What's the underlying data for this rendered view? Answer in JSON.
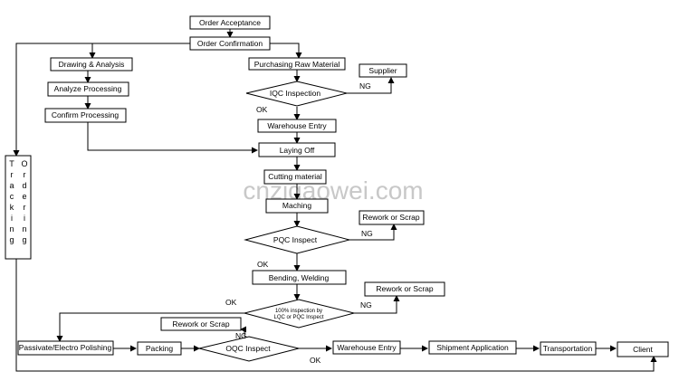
{
  "watermark": "cnzjgaowei.com",
  "nodes": {
    "order_acceptance": "Order Acceptance",
    "order_confirmation": "Order Confirmation",
    "drawing_analysis": "Drawing & Analysis",
    "analyze_processing": "Analyze Processing",
    "confirm_processing": "Confirm Processing",
    "purchasing_raw_material": "Purchasing Raw Material",
    "supplier": "Supplier",
    "iqc_inspection": "IQC Inspection",
    "warehouse_entry_1": "Warehouse Entry",
    "laying_off": "Laying Off",
    "cutting_material": "Cutting material",
    "maching": "Maching",
    "rework_scrap_1": "Rework or Scrap",
    "pqc_inspect": "PQC Inspect",
    "bending_welding": "Bending, Welding",
    "rework_scrap_2": "Rework or Scrap",
    "inspection_100_line1": "100% inspection by",
    "inspection_100_line2": "LQC or PQC Inspect",
    "rework_scrap_3": "Rework or Scrap",
    "passivate_polishing": "Passivate/Electro Polishing",
    "packing": "Packing",
    "oqc_inspect": "OQC Inspect",
    "warehouse_entry_2": "Warehouse Entry",
    "shipment_application": "Shipment Application",
    "transportation": "Transportation",
    "client": "Client"
  },
  "tracking_column_1": [
    "T",
    "r",
    "a",
    "c",
    "k",
    "i",
    "n",
    "g"
  ],
  "tracking_column_2": [
    "O",
    "r",
    "d",
    "e",
    "r",
    "i",
    "n",
    "g"
  ],
  "edge_labels": {
    "iqc_ng": "NG",
    "iqc_ok": "OK",
    "pqc_ng": "NG",
    "pqc_ok": "OK",
    "inspection_ng": "NG",
    "inspection_ok": "OK",
    "oqc_ng": "NG",
    "oqc_ok": "OK"
  }
}
